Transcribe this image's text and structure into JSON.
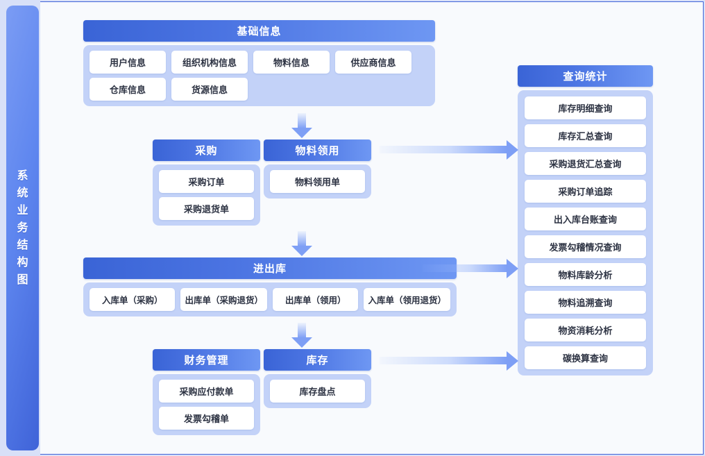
{
  "sidebar": {
    "title": "系统业务结构图"
  },
  "colors": {
    "header_gradient_start": "#3a64d6",
    "header_gradient_end": "#6e97f3",
    "panel_bg": "#c3d2f8",
    "card_bg": "#ffffff",
    "canvas_bg": "#f8fafd",
    "page_bg": "#d8e0f8",
    "arrow": "#7e9ff5",
    "card_text": "#2c3242",
    "header_text": "#ffffff"
  },
  "groups": {
    "basic": {
      "title": "基础信息",
      "items": [
        "用户信息",
        "组织机构信息",
        "物料信息",
        "供应商信息",
        "仓库信息",
        "货源信息"
      ]
    },
    "purchase": {
      "title": "采购",
      "items": [
        "采购订单",
        "采购退货单"
      ]
    },
    "requisition": {
      "title": "物料领用",
      "items": [
        "物料领用单"
      ]
    },
    "inout": {
      "title": "进出库",
      "items": [
        "入库单（采购）",
        "出库单（采购退货）",
        "出库单（领用）",
        "入库单（领用退货）"
      ]
    },
    "finance": {
      "title": "财务管理",
      "items": [
        "采购应付款单",
        "发票勾稽单"
      ]
    },
    "stock": {
      "title": "库存",
      "items": [
        "库存盘点"
      ]
    },
    "query": {
      "title": "查询统计",
      "items": [
        "库存明细查询",
        "库存汇总查询",
        "采购退货汇总查询",
        "采购订单追踪",
        "出入库台账查询",
        "发票勾稽情况查询",
        "物料库龄分析",
        "物料追溯查询",
        "物资消耗分析",
        "碳换算查询"
      ]
    }
  }
}
